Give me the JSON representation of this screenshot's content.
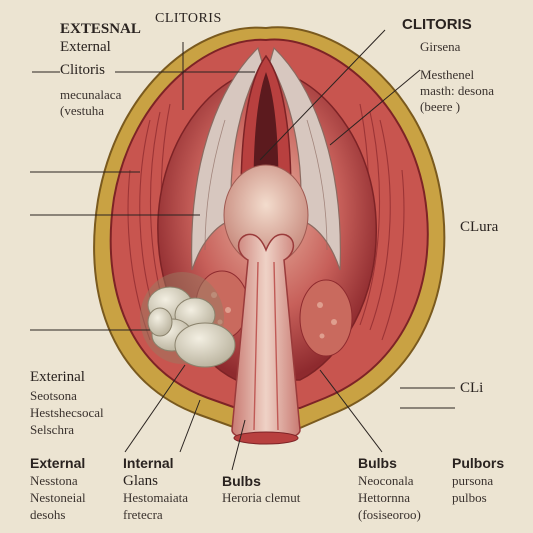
{
  "labels": {
    "top_left_title": "EXTESNAL",
    "top_left_sub": "External",
    "top_left_clitoris": "Clitoris",
    "top_left_desc1": "mecunalaca",
    "top_left_desc2": "(vestuha",
    "top_center": "CLITORIS",
    "top_right_title": "CLITORIS",
    "top_right_sub": "Girsena",
    "top_right_desc1": "Mesthenel",
    "top_right_desc2": "masth: desona",
    "top_right_desc3": "(beere       )",
    "right_mid": "CLura",
    "right_low": "CLi",
    "left_mid_title": "Exterinal",
    "left_mid_sub": "Seotsona",
    "left_mid_desc1": "Hestshecsocal",
    "left_mid_desc2": "Selschra",
    "bottom_1_title": "External",
    "bottom_1_sub": "Nesstona",
    "bottom_1_desc1": "Nestoneial",
    "bottom_1_desc2": "desohs",
    "bottom_2_title": "Internal",
    "bottom_2_sub": "Glans",
    "bottom_2_desc1": "Hestomaiata",
    "bottom_2_desc2": "fretecra",
    "bottom_3_title": "Bulbs",
    "bottom_3_desc1": "Heroria clemut",
    "bottom_4_title": "Bulbs",
    "bottom_4_sub": "Neoconala",
    "bottom_4_desc1": "Hettornna",
    "bottom_4_desc2": "(fosiseoroo)",
    "bottom_5_title": "Pulbors",
    "bottom_5_sub": "pursona",
    "bottom_5_desc1": "pulbos"
  },
  "colors": {
    "background": "#ece4d2",
    "outer_gold": "#c9a243",
    "muscle_red": "#c8554f",
    "deep_red": "#8e2a2e",
    "pale_tissue": "#d7c7bf",
    "gland_white": "#d9d4c3",
    "leader_line": "#2a2320"
  }
}
